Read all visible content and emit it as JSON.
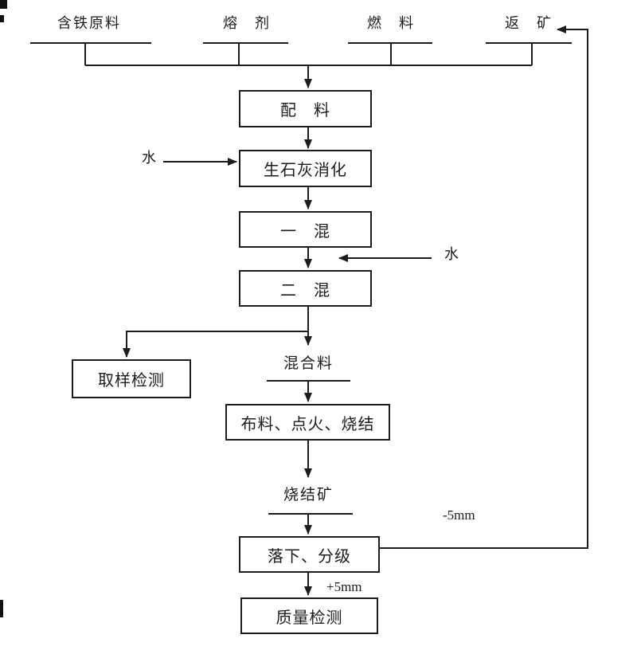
{
  "colors": {
    "ink": "#1c1c1c",
    "background": "#ffffff"
  },
  "inputs": [
    {
      "label": "含铁原料"
    },
    {
      "label": "熔　剂"
    },
    {
      "label": "燃　料"
    },
    {
      "label": "返　矿"
    }
  ],
  "process": {
    "batching": "配　料",
    "lime_slaking": "生石灰消化",
    "first_mix": "一　混",
    "second_mix": "二　混",
    "sampling": "取样检测",
    "spread_ignite_sinter": "布料、点火、烧结",
    "drop_screening": "落下、分级",
    "quality_check": "质量检测"
  },
  "streams": {
    "mixture": "混合料",
    "sinter": "烧结矿"
  },
  "labels": {
    "water_left": "水",
    "water_right": "水",
    "undersize": "-5mm",
    "oversize": "+5mm"
  }
}
